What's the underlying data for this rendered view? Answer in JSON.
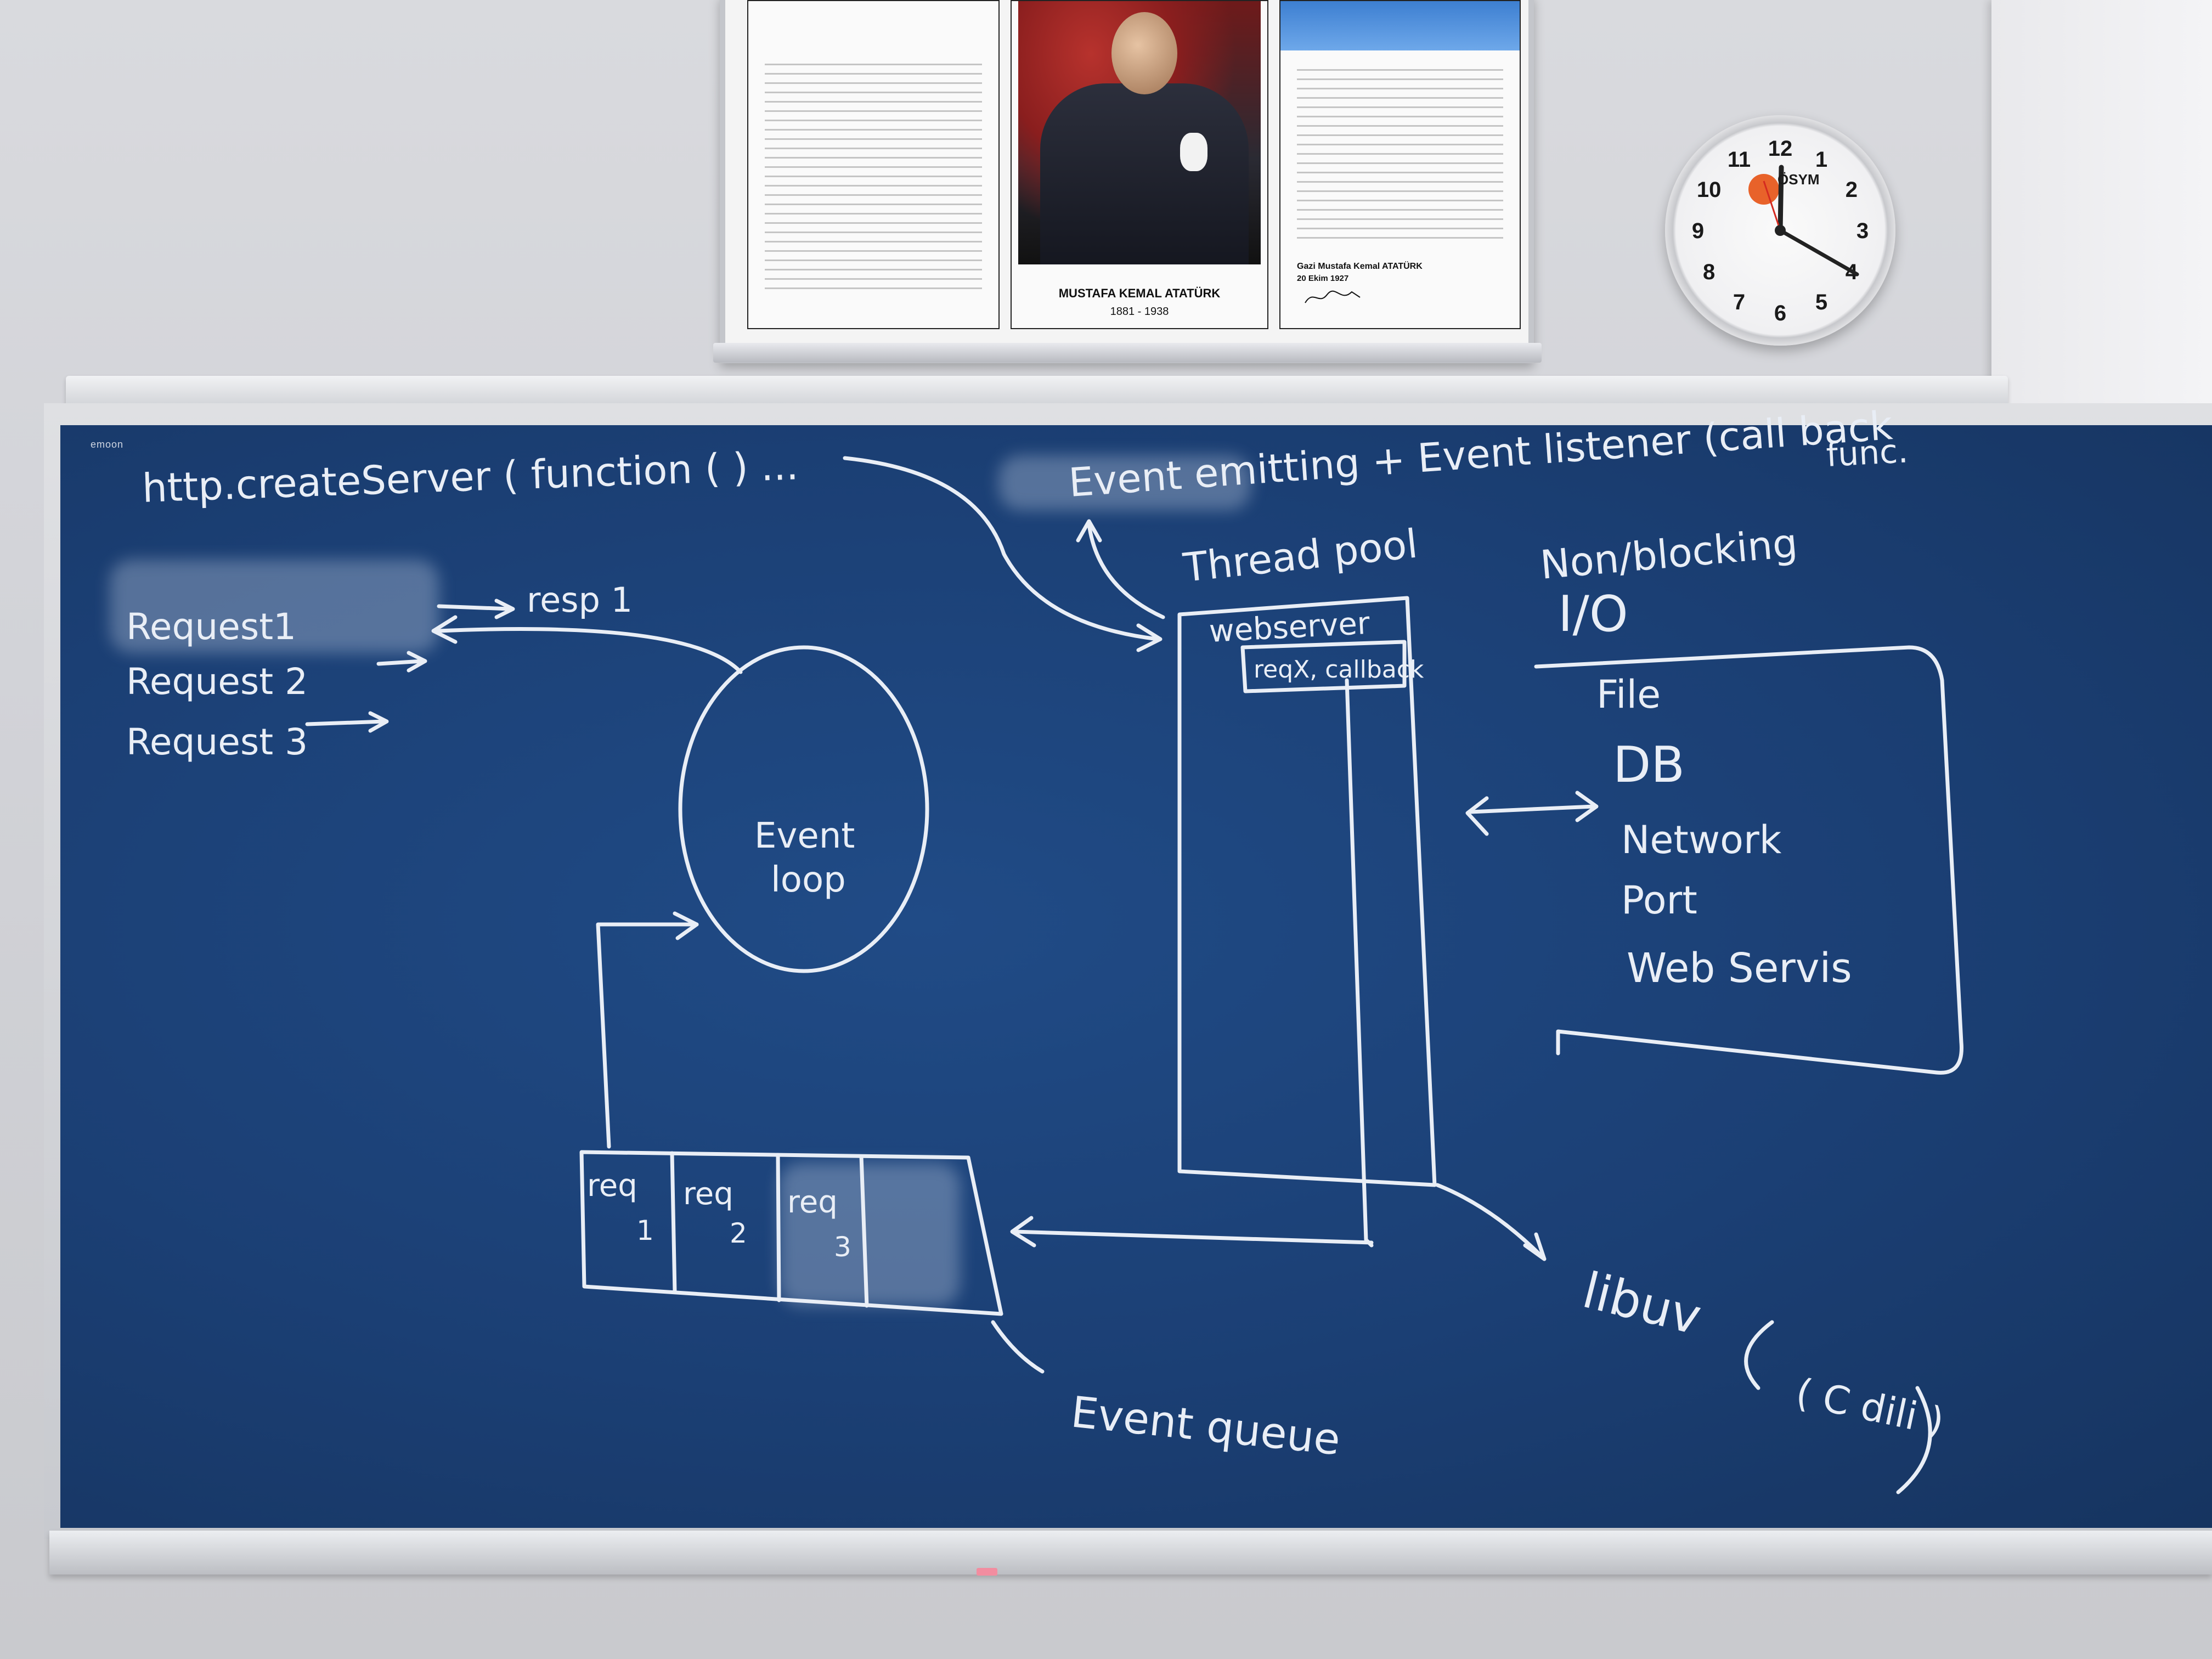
{
  "poster": {
    "portrait_name": "MUSTAFA KEMAL ATATÜRK",
    "portrait_years": "1881 - 1938",
    "speech_signoff": "Gazi Mustafa Kemal ATATÜRK",
    "speech_date": "20 Ekim 1927"
  },
  "clock": {
    "brand": "ÖSYM",
    "numerals": [
      "12",
      "1",
      "2",
      "3",
      "4",
      "5",
      "6",
      "7",
      "8",
      "9",
      "10",
      "11"
    ],
    "time_shown": "12:22"
  },
  "board": {
    "brand": "emoon",
    "top_left": "http.createServer ( function ( ) ...",
    "top_right_1": "Event emitting + Event listener (call back",
    "top_right_2": "func.",
    "requests": [
      "Request1",
      "Request 2",
      "Request 3"
    ],
    "response": "resp 1",
    "event_loop_1": "Event",
    "event_loop_2": "loop",
    "thread_pool": "Thread pool",
    "webserver": "webserver",
    "req_callback": "reqX, callback",
    "non_blocking_1": "Non/blocking",
    "non_blocking_2": "I/O",
    "io_items": [
      "File",
      "DB",
      "Network",
      "Port",
      "Web Servis"
    ],
    "queue_cells": [
      {
        "label": "req",
        "sub": "1"
      },
      {
        "label": "req",
        "sub": "2"
      },
      {
        "label": "req",
        "sub": "3"
      }
    ],
    "event_queue": "Event queue",
    "libuv": "libuv",
    "libuv_note": "( C dili )"
  },
  "colors": {
    "board": "#1b3f74",
    "chalk": "#e9eef6"
  }
}
